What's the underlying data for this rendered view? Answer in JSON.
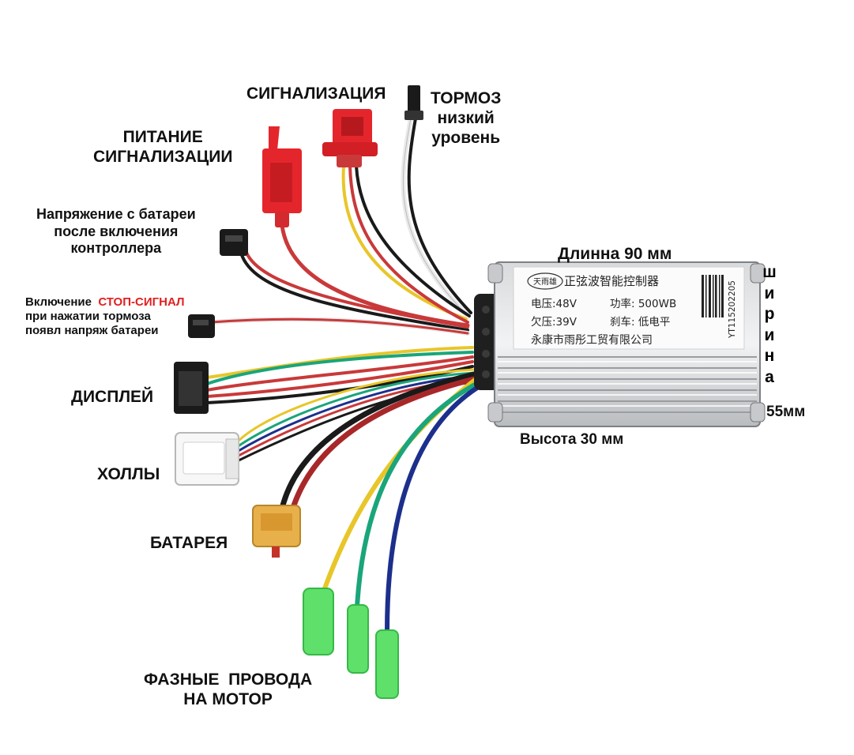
{
  "labels": {
    "alarm": "СИГНАЛИЗАЦИЯ",
    "brake_title": "ТОРМОЗ",
    "brake_sub1": "низкий",
    "brake_sub2": "уровень",
    "alarm_power_1": "ПИТАНИЕ",
    "alarm_power_2": "СИГНАЛИЗАЦИИ",
    "battery_voltage_1": "Напряжение с батареи",
    "battery_voltage_2": "после включения",
    "battery_voltage_3": "контроллера",
    "brake_light_prefix": "Включение",
    "brake_light_highlight": "СТОП-СИГНАЛ",
    "brake_light_2": "при нажатии тормоза",
    "brake_light_3": "появл напряж батареи",
    "display": "ДИСПЛЕЙ",
    "halls": "ХОЛЛЫ",
    "battery": "БАТАРЕЯ",
    "phase_1": "ФАЗНЫЕ  ПРОВОДА",
    "phase_2": "НА МОТОР",
    "length": "Длинна 90 мм",
    "height": "Высота 30 мм",
    "width_letters": [
      "ш",
      "и",
      "р",
      "и",
      "н",
      "а"
    ],
    "width_value": "55мм"
  },
  "controller_plate": {
    "brand": "天雨雄",
    "title": "正弦波智能控制器",
    "voltage": "电压:48V",
    "power": "功率: 500WB",
    "undervoltage": "欠压:39V",
    "brake": "刹车: 低电平",
    "maker": "永康市雨彤工贸有限公司",
    "serial": "YT115202205"
  },
  "colors": {
    "red_connector": "#e4262c",
    "battery_connector": "#e7b04a",
    "phase_tip": "#5ee06a",
    "wire_red": "#c9393a",
    "wire_black": "#1a1a1a",
    "wire_yellow": "#e8c62a",
    "wire_green": "#1aa57a",
    "wire_blue": "#1c2f8c",
    "label_highlight": "#e02020"
  }
}
